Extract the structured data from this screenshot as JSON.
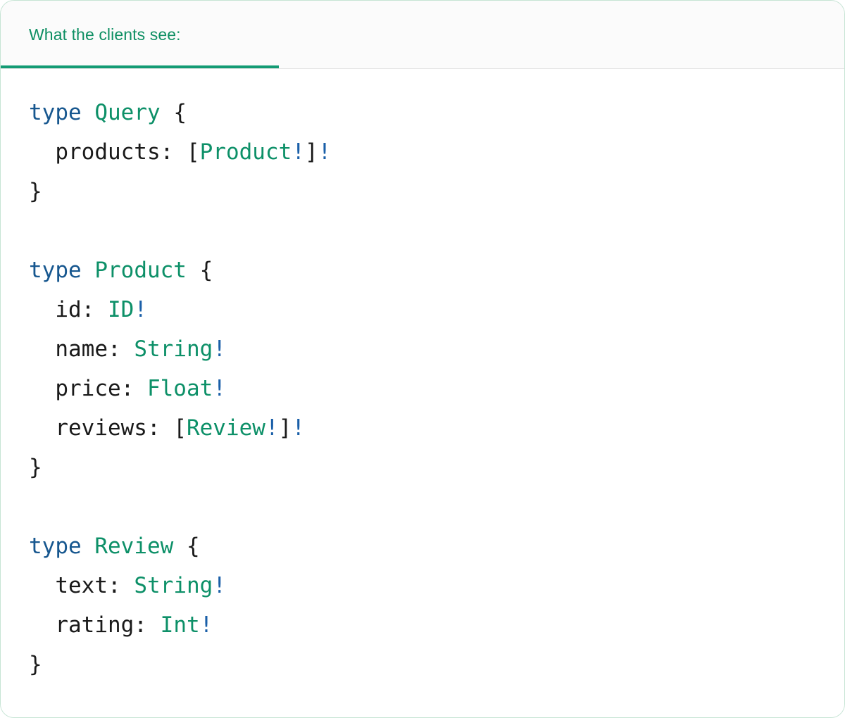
{
  "header": {
    "tab_label": "What the clients see:",
    "accent_color": "#139b74",
    "label_color": "#0e8f63",
    "background": "#fbfbfb",
    "divider_color": "#e4e4e4"
  },
  "theme": {
    "card_background": "#ffffff",
    "card_border": "#c6e4d4",
    "keyword_color": "#17578f",
    "type_color": "#0d9068",
    "bang_color": "#1a5fa8",
    "punctuation_color": "#1a1a1a"
  },
  "code": {
    "language": "graphql",
    "lines": [
      {
        "indent": 0,
        "tokens": [
          {
            "t": "type",
            "c": "kw"
          },
          {
            "t": " ",
            "c": "punc"
          },
          {
            "t": "Query",
            "c": "type"
          },
          {
            "t": " ",
            "c": "punc"
          },
          {
            "t": "{",
            "c": "punc"
          }
        ]
      },
      {
        "indent": 2,
        "tokens": [
          {
            "t": "products:",
            "c": "field"
          },
          {
            "t": " ",
            "c": "punc"
          },
          {
            "t": "[",
            "c": "punc"
          },
          {
            "t": "Product",
            "c": "type"
          },
          {
            "t": "!",
            "c": "bang"
          },
          {
            "t": "]",
            "c": "punc"
          },
          {
            "t": "!",
            "c": "bang"
          }
        ]
      },
      {
        "indent": 0,
        "tokens": [
          {
            "t": "}",
            "c": "punc"
          }
        ]
      },
      {
        "indent": 0,
        "tokens": []
      },
      {
        "indent": 0,
        "tokens": [
          {
            "t": "type",
            "c": "kw"
          },
          {
            "t": " ",
            "c": "punc"
          },
          {
            "t": "Product",
            "c": "type"
          },
          {
            "t": " ",
            "c": "punc"
          },
          {
            "t": "{",
            "c": "punc"
          }
        ]
      },
      {
        "indent": 2,
        "tokens": [
          {
            "t": "id:",
            "c": "field"
          },
          {
            "t": " ",
            "c": "punc"
          },
          {
            "t": "ID",
            "c": "type"
          },
          {
            "t": "!",
            "c": "bang"
          }
        ]
      },
      {
        "indent": 2,
        "tokens": [
          {
            "t": "name:",
            "c": "field"
          },
          {
            "t": " ",
            "c": "punc"
          },
          {
            "t": "String",
            "c": "type"
          },
          {
            "t": "!",
            "c": "bang"
          }
        ]
      },
      {
        "indent": 2,
        "tokens": [
          {
            "t": "price:",
            "c": "field"
          },
          {
            "t": " ",
            "c": "punc"
          },
          {
            "t": "Float",
            "c": "type"
          },
          {
            "t": "!",
            "c": "bang"
          }
        ]
      },
      {
        "indent": 2,
        "tokens": [
          {
            "t": "reviews:",
            "c": "field"
          },
          {
            "t": " ",
            "c": "punc"
          },
          {
            "t": "[",
            "c": "punc"
          },
          {
            "t": "Review",
            "c": "type"
          },
          {
            "t": "!",
            "c": "bang"
          },
          {
            "t": "]",
            "c": "punc"
          },
          {
            "t": "!",
            "c": "bang"
          }
        ]
      },
      {
        "indent": 0,
        "tokens": [
          {
            "t": "}",
            "c": "punc"
          }
        ]
      },
      {
        "indent": 0,
        "tokens": []
      },
      {
        "indent": 0,
        "tokens": [
          {
            "t": "type",
            "c": "kw"
          },
          {
            "t": " ",
            "c": "punc"
          },
          {
            "t": "Review",
            "c": "type"
          },
          {
            "t": " ",
            "c": "punc"
          },
          {
            "t": "{",
            "c": "punc"
          }
        ]
      },
      {
        "indent": 2,
        "tokens": [
          {
            "t": "text:",
            "c": "field"
          },
          {
            "t": " ",
            "c": "punc"
          },
          {
            "t": "String",
            "c": "type"
          },
          {
            "t": "!",
            "c": "bang"
          }
        ]
      },
      {
        "indent": 2,
        "tokens": [
          {
            "t": "rating:",
            "c": "field"
          },
          {
            "t": " ",
            "c": "punc"
          },
          {
            "t": "Int",
            "c": "type"
          },
          {
            "t": "!",
            "c": "bang"
          }
        ]
      },
      {
        "indent": 0,
        "tokens": [
          {
            "t": "}",
            "c": "punc"
          }
        ]
      }
    ]
  }
}
